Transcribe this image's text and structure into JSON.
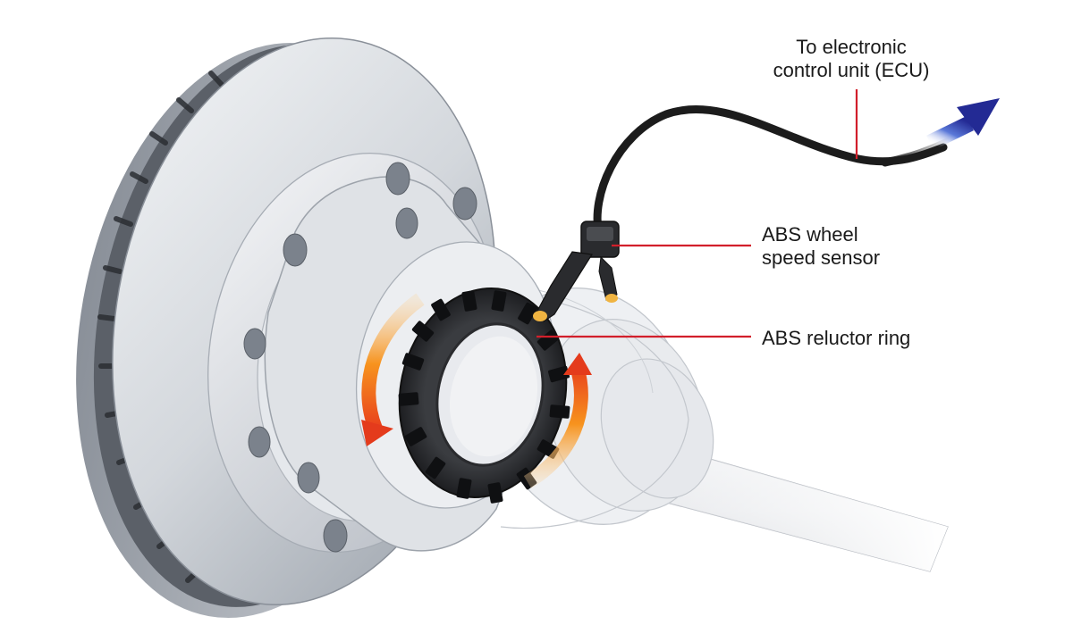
{
  "labels": {
    "ecu": {
      "line1": "To electronic",
      "line2": "control unit (ECU)"
    },
    "sensor": {
      "line1": "ABS wheel",
      "line2": "speed sensor"
    },
    "ring": {
      "line1": "ABS reluctor ring"
    }
  },
  "colors": {
    "leader_line": "#d21f2b",
    "arrow_blue": "#2a2f9c",
    "rotation_arrow": "#f26a1b",
    "cable": "#1c1c1c",
    "metal_light": "#e3e6ea",
    "metal_mid": "#b9bec6",
    "metal_dark": "#7e858f"
  },
  "icons": {
    "ecu_direction": "arrow-right-icon",
    "rotation": "curved-arrow-icon"
  }
}
